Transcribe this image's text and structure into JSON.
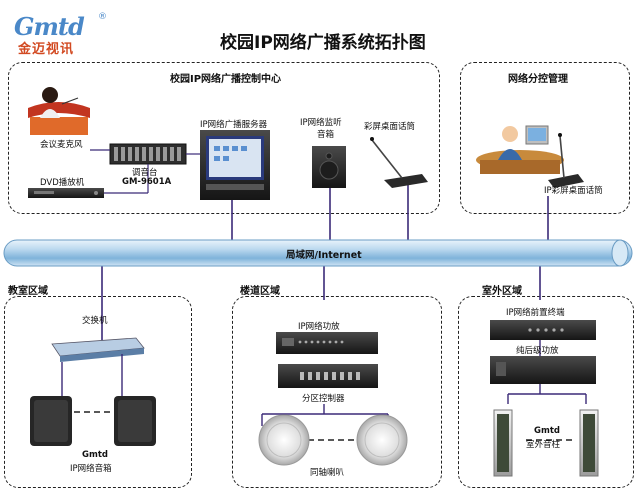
{
  "logo": {
    "brand": "Gmtd",
    "sub": "金迈视讯",
    "reg": "®"
  },
  "title": "校园IP网络广播系统拓扑图",
  "control_center": {
    "title": "校园IP网络广播控制中心",
    "labels": {
      "meeting_mic": "会议麦克风",
      "dvd": "DVD播放机",
      "mixer_line1": "调音台",
      "mixer_line2": "GM-9601A",
      "server": "IP网络广播服务器",
      "monitor_line1": "IP网络监听",
      "monitor_line2": "音箱",
      "desk_mic": "彩屏桌面话筒"
    }
  },
  "branch": {
    "title": "网络分控管理",
    "label": "IP彩屏桌面话筒"
  },
  "network": {
    "label": "局域网/Internet"
  },
  "classroom": {
    "title": "教室区域",
    "switch": "交换机",
    "speaker_line1": "Gmtd",
    "speaker_line2": "IP网络音箱"
  },
  "corridor": {
    "title": "楼道区域",
    "amp": "IP网络功放",
    "zone": "分区控制器",
    "ceiling": "同轴喇叭"
  },
  "outdoor": {
    "title": "室外区域",
    "front": "IP网络前置终端",
    "pure": "纯后级功放",
    "col_line1": "Gmtd",
    "col_line2": "室外音柱"
  }
}
